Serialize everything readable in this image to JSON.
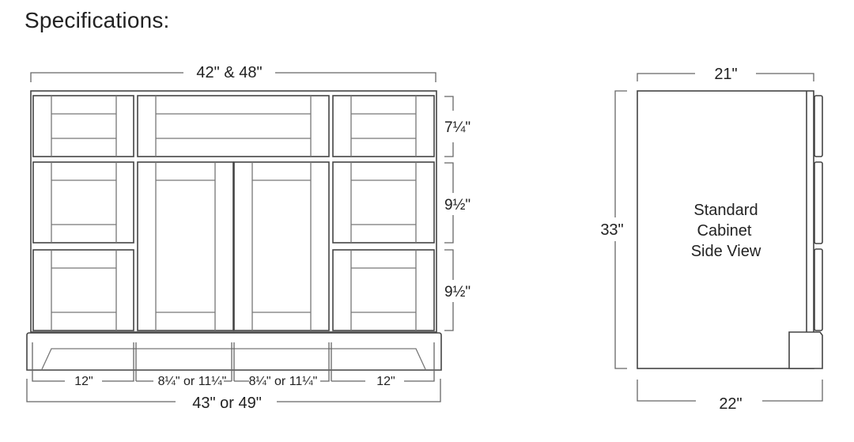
{
  "page": {
    "title": "Specifications:"
  },
  "front_view": {
    "top_width_label": "42\" & 48\"",
    "row_heights": [
      "7¼\"",
      "9½\"",
      "9½\""
    ],
    "bottom_segments": [
      "12\"",
      "8¼\" or 11¼\"",
      "8¼\" or 11¼\"",
      "12\""
    ],
    "overall_width_label": "43\" or 49\""
  },
  "side_view": {
    "top_depth_label": "21\"",
    "height_label": "33\"",
    "caption_lines": [
      "Standard",
      "Cabinet",
      "Side View"
    ],
    "bottom_depth_label": "22\""
  },
  "colors": {
    "line_dark": "#444444",
    "line_light": "#777777",
    "text": "#222222",
    "background": "#ffffff"
  }
}
